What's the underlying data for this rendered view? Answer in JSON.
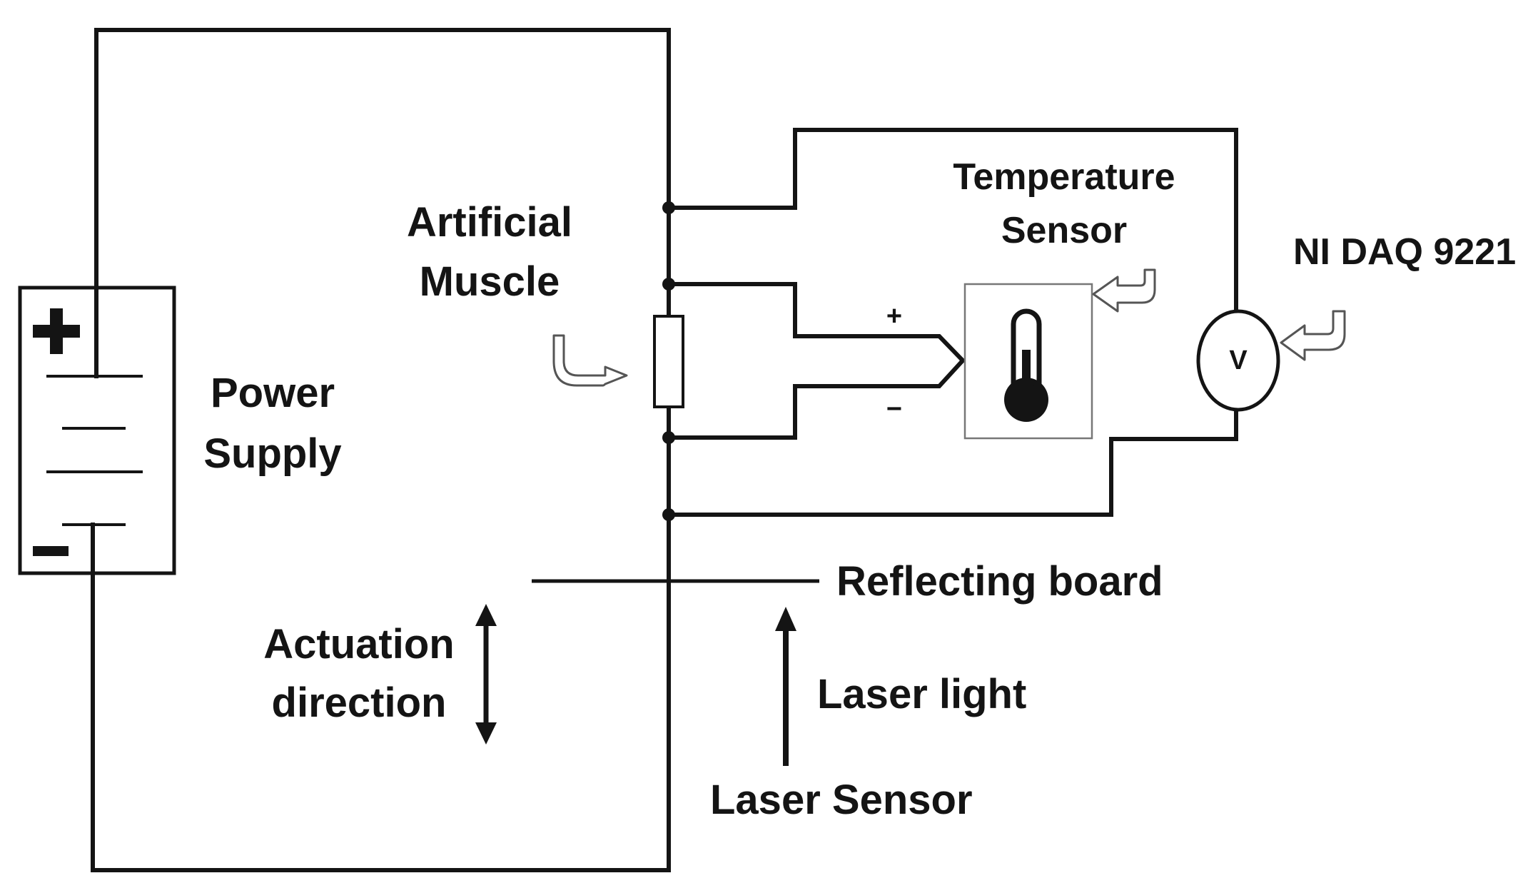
{
  "labels": {
    "power_supply_line1": "Power",
    "power_supply_line2": "Supply",
    "artificial_muscle_line1": "Artificial",
    "artificial_muscle_line2": "Muscle",
    "temperature_sensor_line1": "Temperature",
    "temperature_sensor_line2": "Sensor",
    "daq": "NI DAQ 9221",
    "reflecting_board": "Reflecting board",
    "actuation_line1": "Actuation",
    "actuation_line2": "direction",
    "laser_light": "Laser light",
    "laser_sensor": "Laser Sensor"
  },
  "symbols": {
    "battery_positive": "+",
    "battery_negative": "−",
    "thermocouple_positive": "+",
    "thermocouple_negative": "−",
    "voltmeter": "V"
  },
  "icons": {
    "power_supply": "battery-icon",
    "artificial_muscle": "resistor-icon",
    "temperature_sensor": "thermometer-icon",
    "daq": "voltmeter-icon"
  },
  "colors": {
    "ink": "#141414",
    "pointer_arrow": "#555555",
    "background": "#ffffff"
  }
}
